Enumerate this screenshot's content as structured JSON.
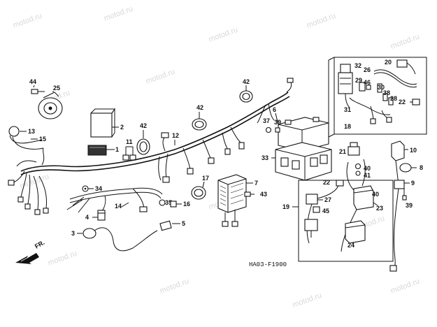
{
  "watermark": "motod.ru",
  "diagram_code": "HA03-F1900",
  "direction_label": "FR.",
  "callouts": {
    "c1": "1",
    "c2": "2",
    "c3": "3",
    "c4": "4",
    "c5": "5",
    "c6": "6",
    "c7": "7",
    "c8": "8",
    "c9": "9",
    "c10": "10",
    "c11": "11",
    "c12": "12",
    "c13": "13",
    "c14": "14",
    "c15": "15",
    "c16": "16",
    "c17": "17",
    "c18": "18",
    "c19": "19",
    "c20": "20",
    "c21": "21",
    "c22a": "22",
    "c22b": "22",
    "c23": "23",
    "c24": "24",
    "c25": "25",
    "c26": "26",
    "c27": "27",
    "c28": "28",
    "c29": "29",
    "c30": "30",
    "c31": "31",
    "c32": "32",
    "c33": "33",
    "c34": "34",
    "c35": "35",
    "c37": "37",
    "c38": "38",
    "c39a": "39",
    "c39b": "39",
    "c40a": "40",
    "c40b": "40",
    "c41": "41",
    "c42a": "42",
    "c42b": "42",
    "c42c": "42",
    "c43": "43",
    "c44": "44",
    "c45": "45",
    "c46": "46"
  }
}
